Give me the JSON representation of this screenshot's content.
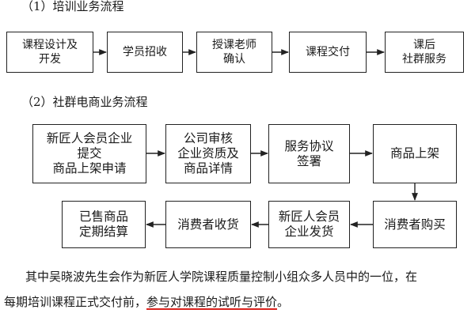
{
  "section1": {
    "title": "（1）培训业务流程",
    "steps": [
      "课程设计及\n开发",
      "学员招收",
      "授课老师\n确认",
      "课程交付",
      "课后\n社群服务"
    ]
  },
  "section2": {
    "title": "（2）社群电商业务流程",
    "steps": [
      "新匠人会员企业\n提交\n商品上架申请",
      "公司审核\n企业资质及\n商品详情",
      "服务协议\n签署",
      "商品上架",
      "消费者购买",
      "新匠人会员\n企业发货",
      "消费者收货",
      "已售商品\n定期结算"
    ]
  },
  "paragraph": {
    "line1": "其中吴晓波先生会作为新匠人学院课程质量控制小组众多人员中的一位，在",
    "line2_prefix": "每期培训课程正式交付前，",
    "line2_underlined": "参与对课程的试听与评价",
    "line2_suffix": "。"
  }
}
